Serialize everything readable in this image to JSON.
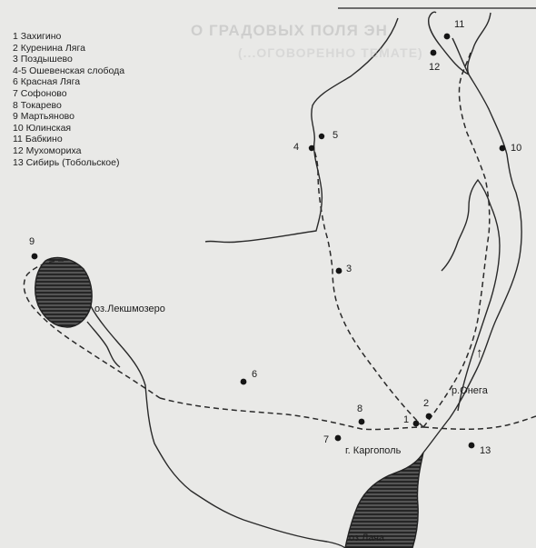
{
  "legend": [
    "1 Захигино",
    "2 Куренина Ляга",
    "3 Поздышево",
    "4-5 Ошевенская слобода",
    "6 Красная Ляга",
    "7 Софоново",
    "8 Токарево",
    "9 Мартьяново",
    "10 Юлинская",
    "11 Бабкино",
    "12 Мухомориха",
    "13 Сибирь (Тобольское)"
  ],
  "labels": {
    "lake_lekshmo": "оз.Лекшмозеро",
    "lake_lacha": "оз.Лача",
    "river_onega": "р.Онега",
    "town_kargopol": "г. Каргополь"
  },
  "background_text": {
    "line1": "О ГРАДОВЫХ ПОЛЯ ЭН",
    "line2": "(...ОГОВОРЕННО ТЕМАТЕ)"
  },
  "colors": {
    "background": "#e9e9e7",
    "ink": "#1c1c1c",
    "lake_hatch": "#2b2b2b"
  },
  "sites": [
    {
      "id": "1",
      "label": "1"
    },
    {
      "id": "2",
      "label": "2"
    },
    {
      "id": "3",
      "label": "3"
    },
    {
      "id": "4",
      "label": "4"
    },
    {
      "id": "5",
      "label": "5"
    },
    {
      "id": "6",
      "label": "6"
    },
    {
      "id": "7",
      "label": "7"
    },
    {
      "id": "8",
      "label": "8"
    },
    {
      "id": "9",
      "label": "9"
    },
    {
      "id": "10",
      "label": "10"
    },
    {
      "id": "11",
      "label": "11"
    },
    {
      "id": "12",
      "label": "12"
    },
    {
      "id": "13",
      "label": "13"
    }
  ]
}
